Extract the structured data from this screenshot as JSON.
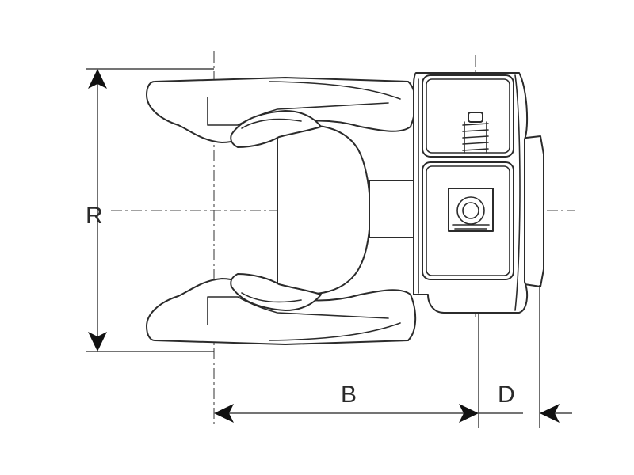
{
  "dimensions": {
    "r_label": "R",
    "b_label": "B",
    "d_label": "D"
  },
  "colors": {
    "line": "#2b2b2b",
    "background": "#ffffff"
  }
}
